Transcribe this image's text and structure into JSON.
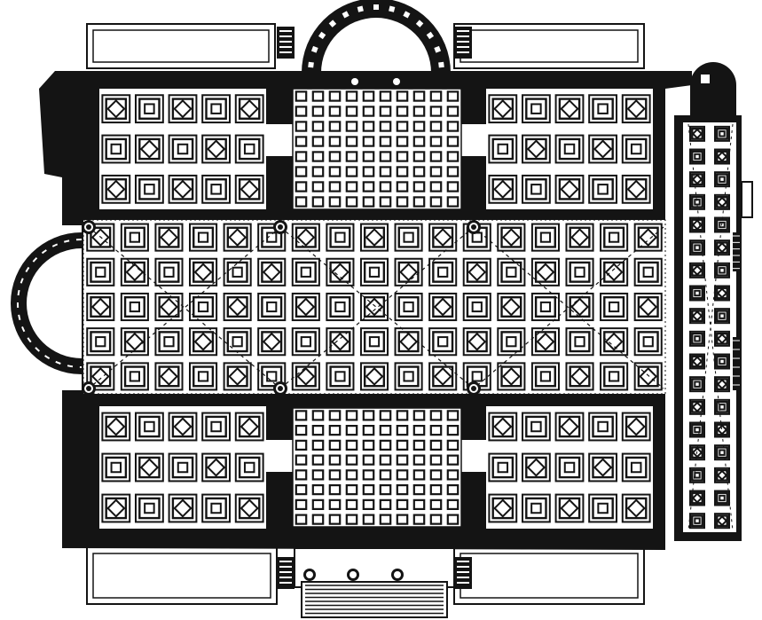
{
  "drawing": {
    "ink_color": "#141414",
    "paper_color": "#ffffff",
    "regions": [
      {
        "name": "bay-top-left",
        "kind": "coffer-grid-large",
        "rows": 3,
        "cols": 5
      },
      {
        "name": "bay-top-center",
        "kind": "coffer-grid-small",
        "rows": 8,
        "cols": 10
      },
      {
        "name": "bay-top-right",
        "kind": "coffer-grid-large",
        "rows": 3,
        "cols": 5
      },
      {
        "name": "nave-central-hall",
        "kind": "coffer-grid-medium",
        "rows": 5,
        "cols": 17
      },
      {
        "name": "bay-bottom-left",
        "kind": "coffer-grid-large",
        "rows": 3,
        "cols": 5
      },
      {
        "name": "bay-bottom-center",
        "kind": "coffer-grid-small",
        "rows": 8,
        "cols": 10
      },
      {
        "name": "bay-bottom-right",
        "kind": "coffer-grid-large",
        "rows": 3,
        "cols": 5
      },
      {
        "name": "side-corridor-east",
        "kind": "coffer-strip",
        "rows": 18,
        "cols": 2
      },
      {
        "name": "apse-north",
        "kind": "semicircular-apse"
      },
      {
        "name": "apse-west",
        "kind": "semicircular-apse"
      },
      {
        "name": "stair-tower-northeast",
        "kind": "stair"
      },
      {
        "name": "entrance-steps-south",
        "kind": "stair"
      }
    ]
  }
}
